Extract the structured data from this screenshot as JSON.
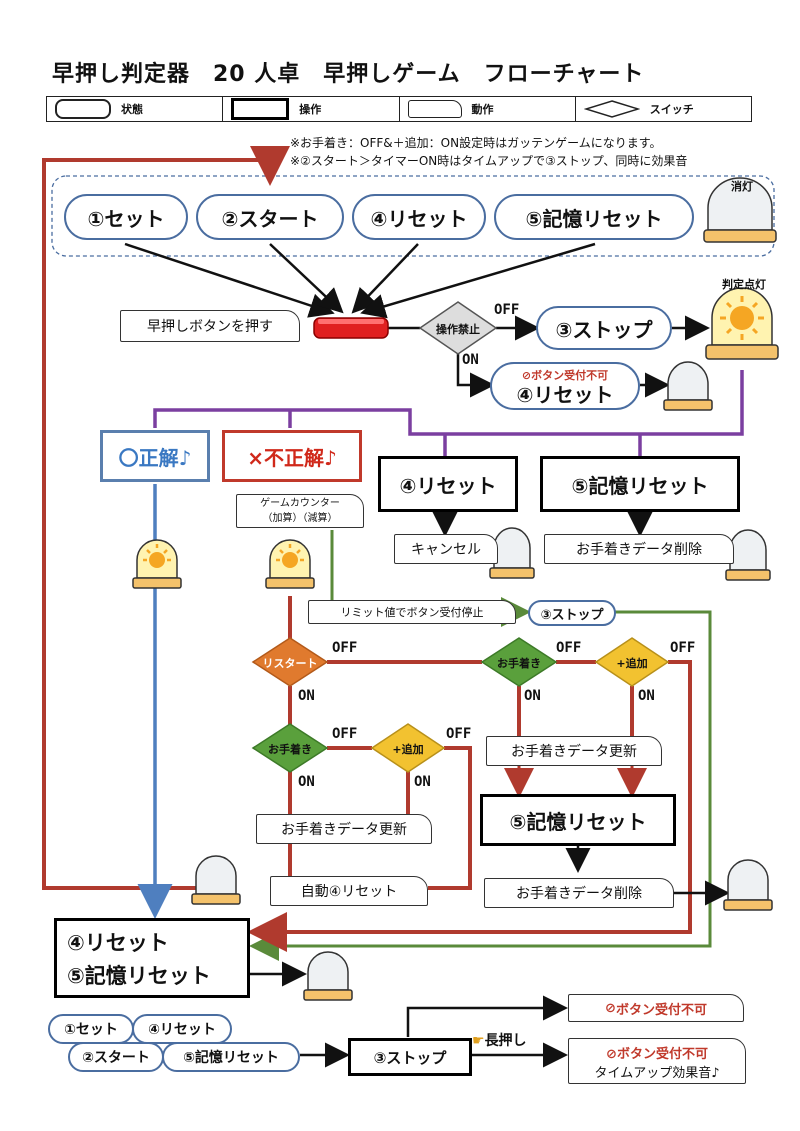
{
  "title": "早押し判定器　20 人卓　早押しゲーム　フローチャート",
  "legend": [
    {
      "symbol": "state",
      "label": "状態"
    },
    {
      "symbol": "operation",
      "label": "操作"
    },
    {
      "symbol": "action",
      "label": "動作"
    },
    {
      "symbol": "switch",
      "label": "スイッチ"
    }
  ],
  "notes": [
    "※お手着き：OFF&＋追加：ON設定時はガッテンゲームになります。",
    "※②スタート＞タイマーON時はタイムアップで③ストップ、同時に効果音"
  ],
  "top_states": [
    "①セット",
    "②スタート",
    "④リセット",
    "⑤記憶リセット"
  ],
  "lamp_off_label": "消灯",
  "lamp_on_label": "判定点灯",
  "press_button": "早押しボタンを押す",
  "switch_lock": "操作禁止",
  "off": "OFF",
  "on": "ON",
  "stop": "③ストップ",
  "not_accept": "ボタン受付不可",
  "reset4": "④リセット",
  "reset5": "⑤記憶リセット",
  "correct": "〇正解♪",
  "wrong": "×不正解♪",
  "counter": [
    "ゲームカウンター",
    "（加算）（減算）"
  ],
  "cancel": "キャンセル",
  "delete_data": "お手着きデータ削除",
  "limit_stop": "リミット値でボタン受付停止",
  "stop_small": "③ストップ",
  "restart": "リスタート",
  "otetsuki": "お手着き",
  "add": "+追加",
  "update_data": "お手着きデータ更新",
  "auto_reset": "自動④リセット",
  "bottom_left_op": [
    "④リセット",
    "⑤記憶リセット"
  ],
  "bottom_states": [
    "①セット",
    "④リセット",
    "②スタート",
    "⑤記憶リセット"
  ],
  "long_press": "長押し",
  "time_up": "タイムアップ効果音♪",
  "colors": {
    "red_line": "#b03a2e",
    "purple_line": "#7b3fa0",
    "blue_line": "#4f7fbf",
    "green_line": "#5a8a3a",
    "restart_diamond": "#e07a2e",
    "otetsuki_diamond": "#5aa03c",
    "add_diamond": "#f2c230",
    "lamp_base": "#f4c26b"
  }
}
